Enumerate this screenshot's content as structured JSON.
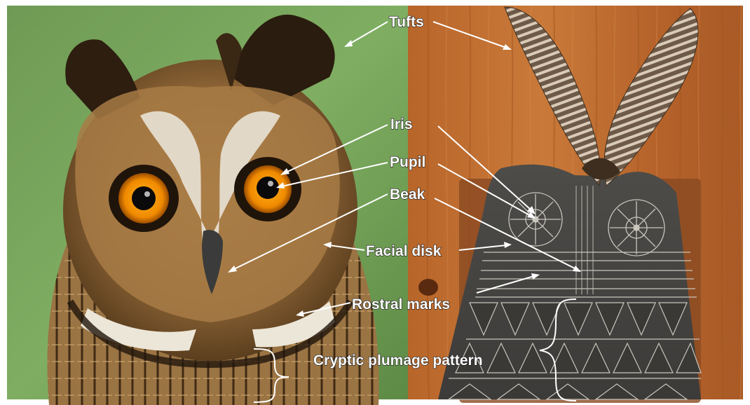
{
  "labels": {
    "tufts": "Tufts",
    "iris": "Iris",
    "pupil": "Pupil",
    "beak": "Beak",
    "facial_disk": "Facial disk",
    "rostral_marks": "Rostral marks",
    "cryptic_plumage_pattern": "Cryptic plumage pattern"
  }
}
